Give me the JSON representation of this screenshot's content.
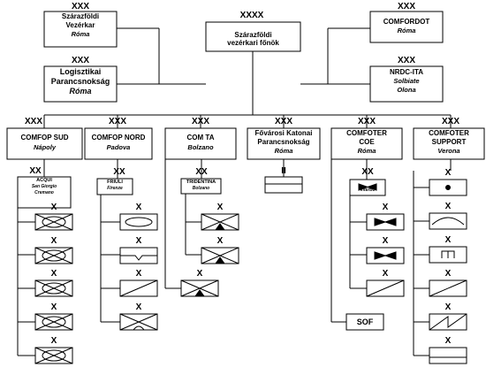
{
  "echelon": {
    "xxxx": "XXXX",
    "xxx": "XXX",
    "xx": "XX",
    "x": "X",
    "ii": "II"
  },
  "top": {
    "center": {
      "line1": "Szárazföldi",
      "line2": "vezérkari főnök"
    },
    "left1": {
      "line1": "Szárazföldi",
      "line2": "Vezérkar",
      "loc": "Róma"
    },
    "left2": {
      "line1": "Logisztikai",
      "line2": "Parancsnokság",
      "loc": "Róma"
    },
    "right1": {
      "line1": "COMFORDOT",
      "loc": "Róma"
    },
    "right2": {
      "line1": "NRDC-ITA",
      "loc1": "Solbiate",
      "loc2": "Olona"
    }
  },
  "commands": [
    {
      "line1": "COMFOP SUD",
      "loc": "Nápoly"
    },
    {
      "line1": "COMFOP NORD",
      "loc": "Padova"
    },
    {
      "line1": "COM TA",
      "loc": "Bolzano"
    },
    {
      "line1": "Fővárosi Katonai",
      "line2": "Parancsnokság",
      "loc": "Róma"
    },
    {
      "line1": "COMFOTER",
      "line2": "COE",
      "loc": "Róma"
    },
    {
      "line1": "COMFOTER",
      "line2": "SUPPORT",
      "loc": "Verona"
    }
  ],
  "divisions": [
    {
      "name": "ACQUI",
      "loc1": "San Giorgio",
      "loc2": "Cremano"
    },
    {
      "name": "FRIULI",
      "loc1": "Firenze"
    },
    {
      "name": "TRIDENTINA",
      "loc1": "Bolzano"
    },
    {
      "name": ""
    },
    {
      "name": "",
      "loc1": "Viterbo"
    }
  ],
  "sof": "SOF",
  "symbols": {
    "col1": [
      "infantry",
      "infantry",
      "infantry",
      "infantry",
      "infantry"
    ],
    "col2": [
      "armor",
      "paratroop",
      "cavalry",
      "infantry-bridge"
    ],
    "col3": [
      "mountain-infantry",
      "mountain-infantry",
      "mountain-infantry"
    ],
    "col5": [
      "special-forces",
      "special-forces",
      "cavalry"
    ],
    "col6": [
      "artillery",
      "airborne-arc",
      "engineer",
      "cavalry",
      "signals",
      "logistics"
    ]
  }
}
